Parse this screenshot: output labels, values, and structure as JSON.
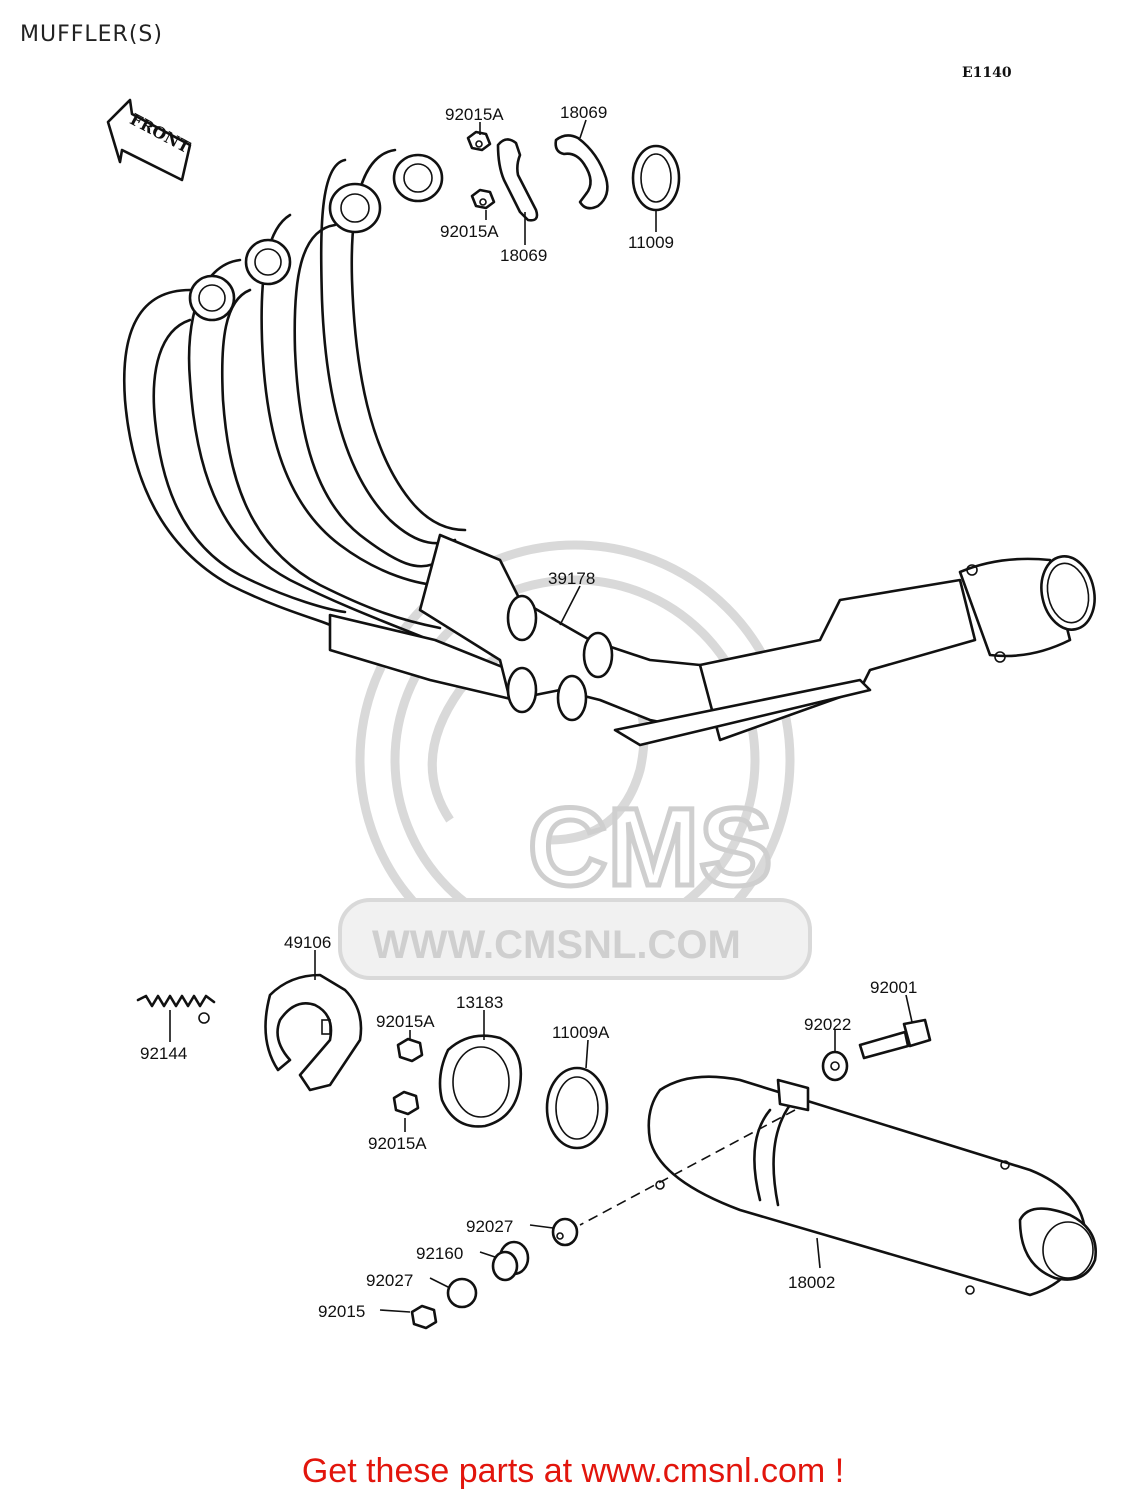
{
  "page": {
    "title": "MUFFLER(S)",
    "diagram_code": "E1140"
  },
  "front_arrow": {
    "label": "FRONT"
  },
  "watermark": {
    "brand": "CMS",
    "url": "WWW.CMSNL.COM"
  },
  "part_labels": {
    "p92015A_top": "92015A",
    "p92015A_mid": "92015A",
    "p18069_top": "18069",
    "p18069_bot": "18069",
    "p11009": "11009",
    "p39178": "39178",
    "p49106": "49106",
    "p92144": "92144",
    "p92015A_a": "92015A",
    "p92015A_b": "92015A",
    "p13183": "13183",
    "p11009A": "11009A",
    "p92001": "92001",
    "p92022": "92022",
    "p92027_a": "92027",
    "p92160": "92160",
    "p92027_b": "92027",
    "p92015": "92015",
    "p18002": "18002"
  },
  "footer": {
    "text": "Get these parts at www.cmsnl.com !"
  },
  "colors": {
    "footer": "#e2150c",
    "watermark": "#d9d9d9",
    "line": "#111111"
  }
}
